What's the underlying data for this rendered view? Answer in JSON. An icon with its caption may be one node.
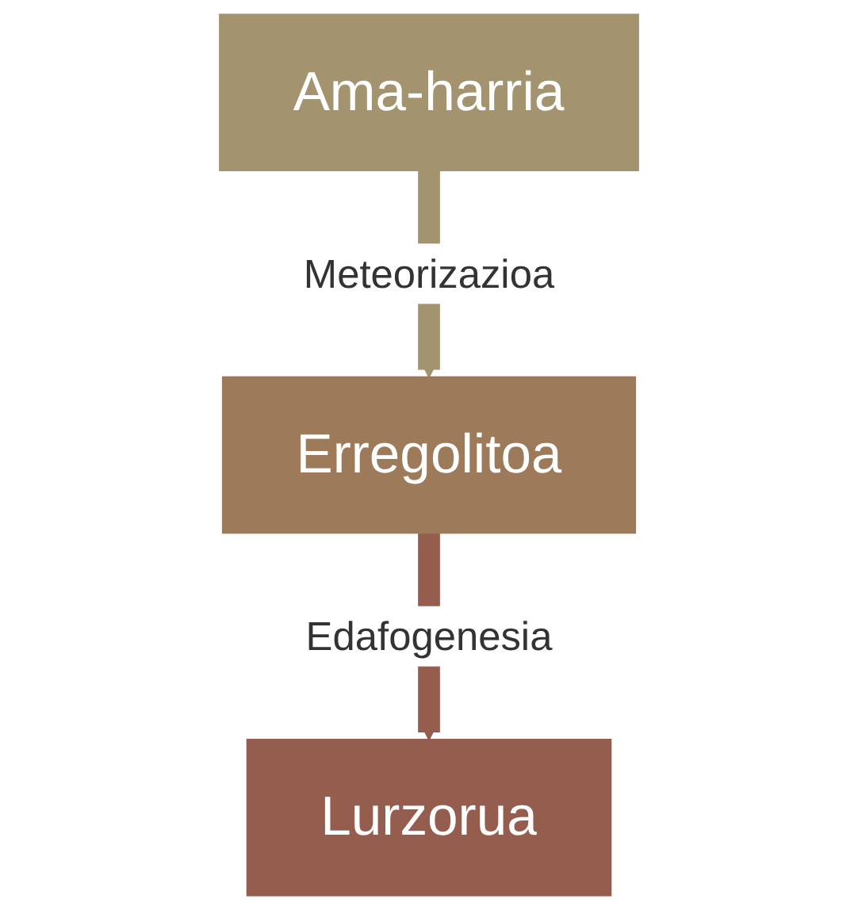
{
  "diagram": {
    "nodes": [
      {
        "text": [
          "Ama-harria"
        ]
      },
      {
        "text": [
          "Erregolitoa"
        ]
      },
      {
        "text": [
          "Lurzorua"
        ]
      }
    ],
    "edges": [
      {
        "from": 0,
        "to": 1,
        "arrow": "to",
        "label": "Meteorizazioa",
        "color": "#a3946f"
      },
      {
        "from": 1,
        "to": 2,
        "arrow": "to",
        "label": "Edafogenesia",
        "color": "#955d4e"
      }
    ]
  }
}
